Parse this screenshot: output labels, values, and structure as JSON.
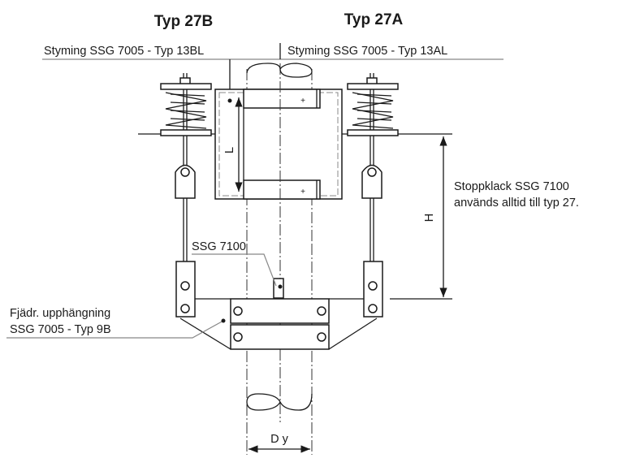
{
  "titles": {
    "left": "Typ 27B",
    "right": "Typ 27A"
  },
  "labels": {
    "guide_left": "Styming SSG 7005 - Typ 13BL",
    "guide_right": "Styming SSG 7005 - Typ 13AL",
    "stop_line1": "Stoppklack SSG 7100",
    "stop_line2": "används alltid till typ 27.",
    "ssg7100": "SSG 7100",
    "spring_line1": "Fjädr. upphängning",
    "spring_line2": "SSG 7005 - Typ 9B"
  },
  "dimensions": {
    "length": "L",
    "height": "H",
    "diameter": "D y"
  }
}
